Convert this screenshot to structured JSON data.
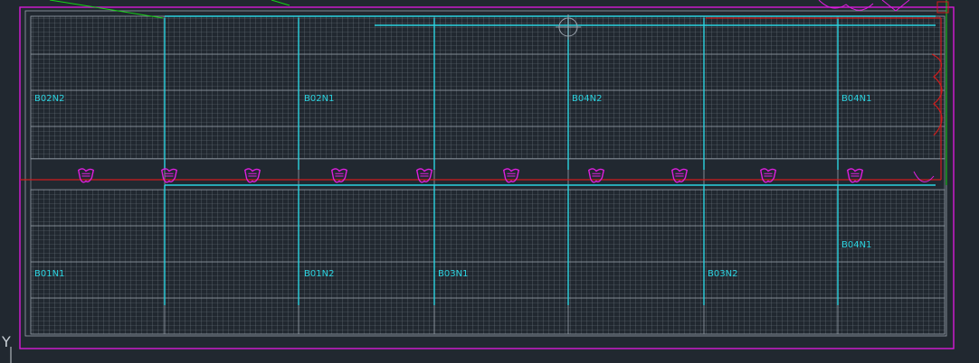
{
  "colors": {
    "background": "#212830",
    "panel_grid": "#6f7780",
    "panel_border": "#9aa3ad",
    "boundary_magenta": "#d81ad8",
    "cable_cyan": "#2bd3e0",
    "fault_red": "#d01c1c",
    "trace_green": "#17d317",
    "symbol_magenta": "#e01ee0"
  },
  "labels": {
    "b02n2": "B02N2",
    "b02n1": "B02N1",
    "b04n2": "B04N2",
    "b04n1_top": "B04N1",
    "b01n1": "B01N1",
    "b01n2": "B01N2",
    "b03n1": "B03N1",
    "b03n2": "B03N2",
    "b04n1_bottom": "B04N1"
  },
  "axis": {
    "y_marker": "Y"
  },
  "icons": {
    "tracker_icon": "inverter-symbol-icon",
    "compass": "crosshair-icon"
  }
}
